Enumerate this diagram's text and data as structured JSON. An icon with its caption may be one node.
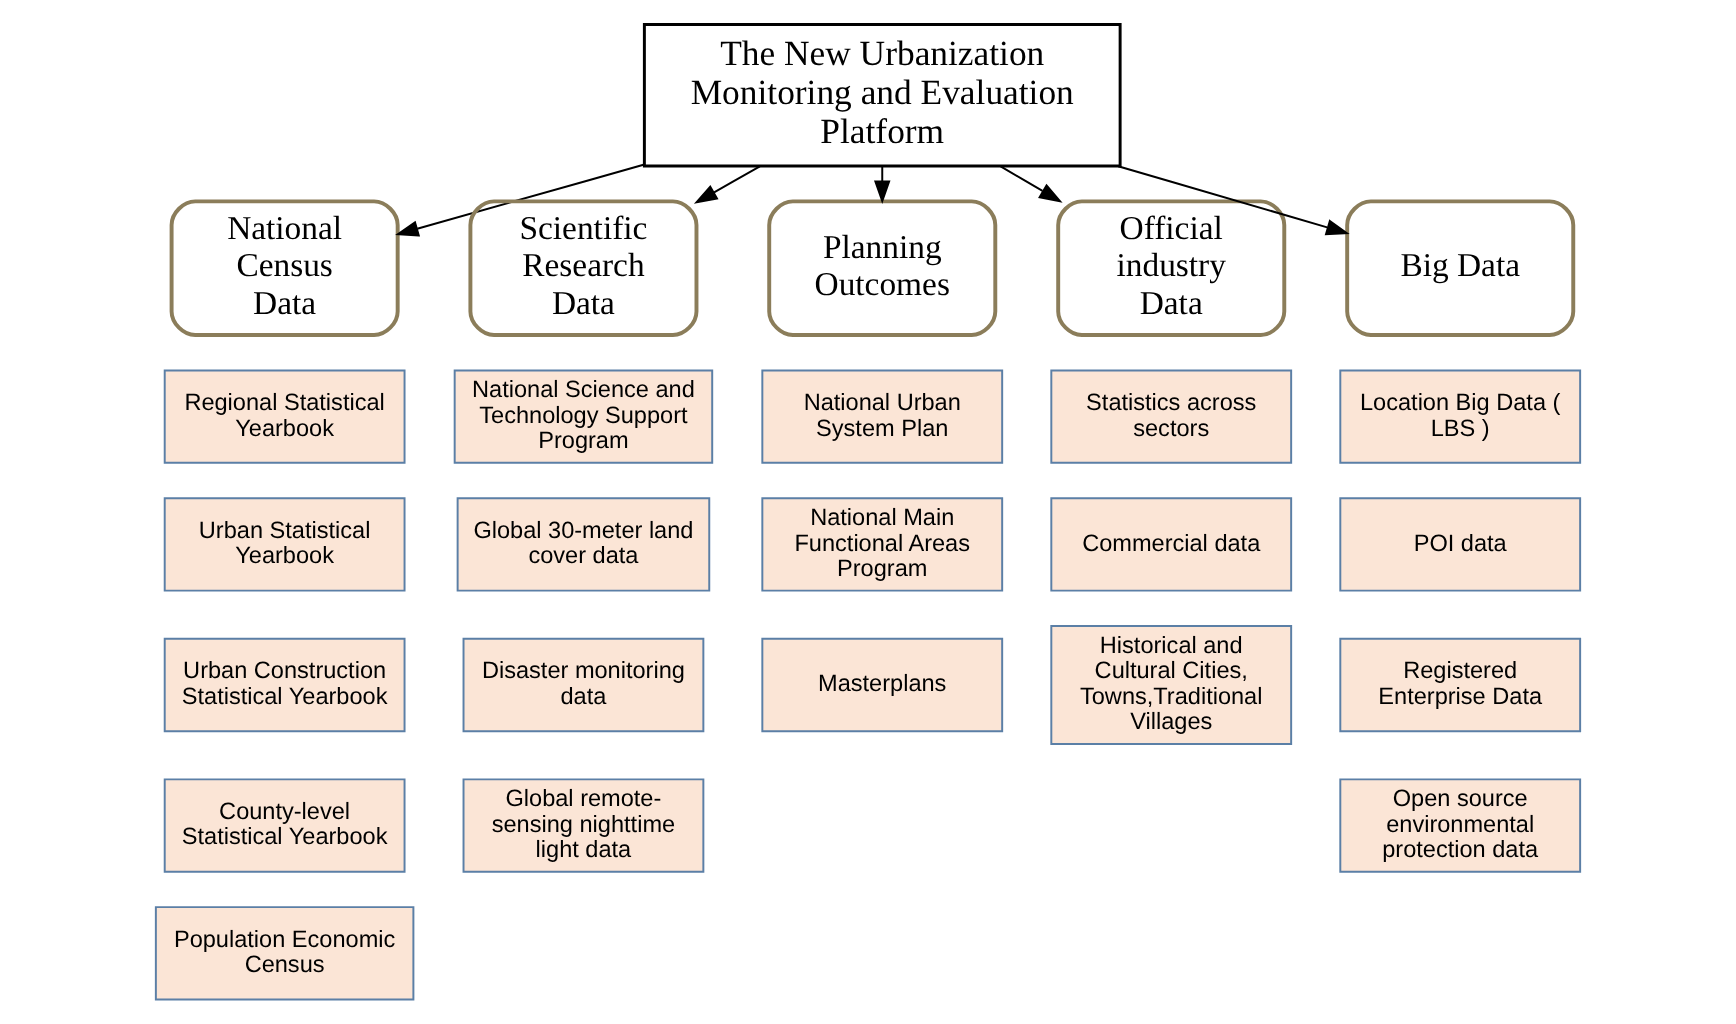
{
  "diagram": {
    "nodes": [
      {
        "text": [
          "The New Urbanization Monitoring and Evaluation Platform"
        ]
      },
      {
        "text": [
          "National Census Data"
        ]
      },
      {
        "text": [
          "Scientific Research Data"
        ]
      },
      {
        "text": [
          "Planning Outcomes"
        ]
      },
      {
        "text": [
          "Official industry Data"
        ]
      },
      {
        "text": [
          "Big Data"
        ]
      },
      {
        "text": [
          "Regional Statistical Yearbook"
        ]
      },
      {
        "text": [
          "Urban Statistical Yearbook"
        ]
      },
      {
        "text": [
          "Urban Construction Statistical Yearbook"
        ]
      },
      {
        "text": [
          "County-level Statistical Yearbook"
        ]
      },
      {
        "text": [
          "Population Economic Census"
        ]
      },
      {
        "text": [
          "National Science and Technology Support Program"
        ]
      },
      {
        "text": [
          "Global 30-meter land cover data"
        ]
      },
      {
        "text": [
          "Disaster monitoring data"
        ]
      },
      {
        "text": [
          "Global remote-sensing nighttime light data"
        ]
      },
      {
        "text": [
          "National Urban System Plan"
        ]
      },
      {
        "text": [
          "National Main Functional Areas Program"
        ]
      },
      {
        "text": [
          "Masterplans"
        ]
      },
      {
        "text": [
          "Statistics across sectors"
        ]
      },
      {
        "text": [
          "Commercial data"
        ]
      },
      {
        "text": [
          "Historical and Cultural Cities, Towns,Traditional Villages"
        ]
      },
      {
        "text": [
          "Location Big Data ( LBS )"
        ]
      },
      {
        "text": [
          "POI data"
        ]
      },
      {
        "text": [
          "Registered Enterprise Data"
        ]
      },
      {
        "text": [
          "Open source environmental protection data"
        ]
      }
    ],
    "edges": [
      {
        "from": 0,
        "to": 1,
        "arrow": "to"
      },
      {
        "from": 0,
        "to": 2,
        "arrow": "to"
      },
      {
        "from": 0,
        "to": 3,
        "arrow": "to"
      },
      {
        "from": 0,
        "to": 4,
        "arrow": "to"
      },
      {
        "from": 0,
        "to": 5,
        "arrow": "to"
      }
    ]
  }
}
